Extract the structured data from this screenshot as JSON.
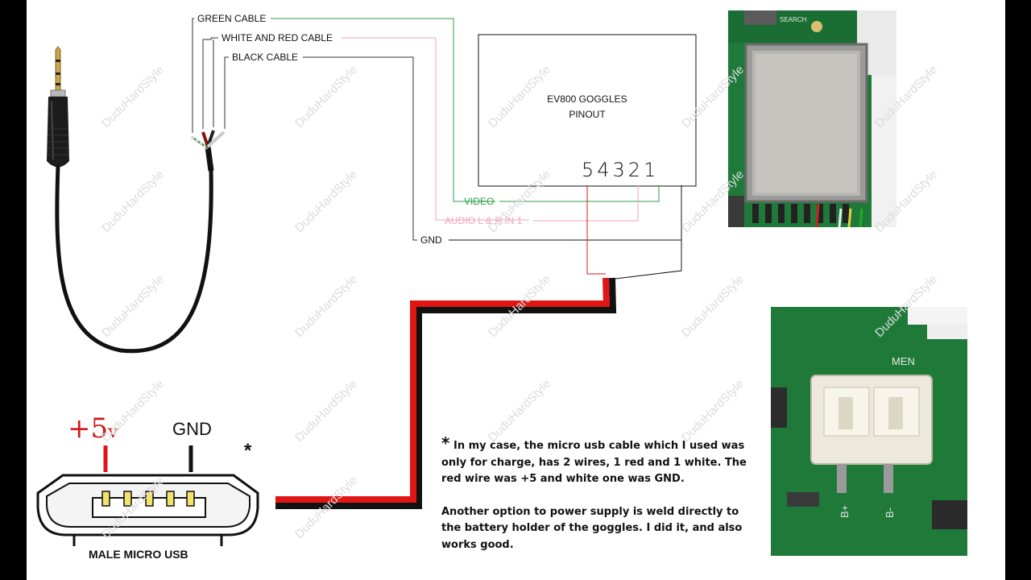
{
  "labels": {
    "green_cable": "GREEN CABLE",
    "white_red_cable": "WHITE AND RED CABLE",
    "black_cable": "BLACK CABLE",
    "box_title_line1": "EV800 GOGGLES",
    "box_title_line2": "PINOUT",
    "pins": "54321",
    "video": "VIDEO",
    "audio": "AUDIO L & R IN 1",
    "gnd_small": "GND",
    "plus5": "+5",
    "plus5_unit": "v",
    "gnd_big": "GND",
    "asterisk": "*",
    "usb_label": "MALE MICRO USB",
    "board_search": "SEARCH",
    "board_menu": "MEN",
    "board_b_plus": "B+",
    "board_b_minus": "B-"
  },
  "note": {
    "asterisk": "*",
    "line1": " In my case, the micro usb cable which I used was",
    "line2": "only for charge, has 2 wires, 1 red and 1 white. The",
    "line3": "red wire was +5 and white one was GND.",
    "line4": "Another option to power supply is weld directly to",
    "line5": "the battery holder of the goggles. I did it, and also",
    "line6": "works good."
  },
  "watermark": "DuduHardStyle",
  "colors": {
    "frame": "#000000",
    "sheet": "#ffffff",
    "green_wire": "#2e9d4a",
    "pink_wire": "#f2a3b5",
    "red_wire": "#e01616",
    "black_wire": "#000000",
    "pcb_green": "#1f7a3a",
    "watermark": "#dcdcdc"
  }
}
